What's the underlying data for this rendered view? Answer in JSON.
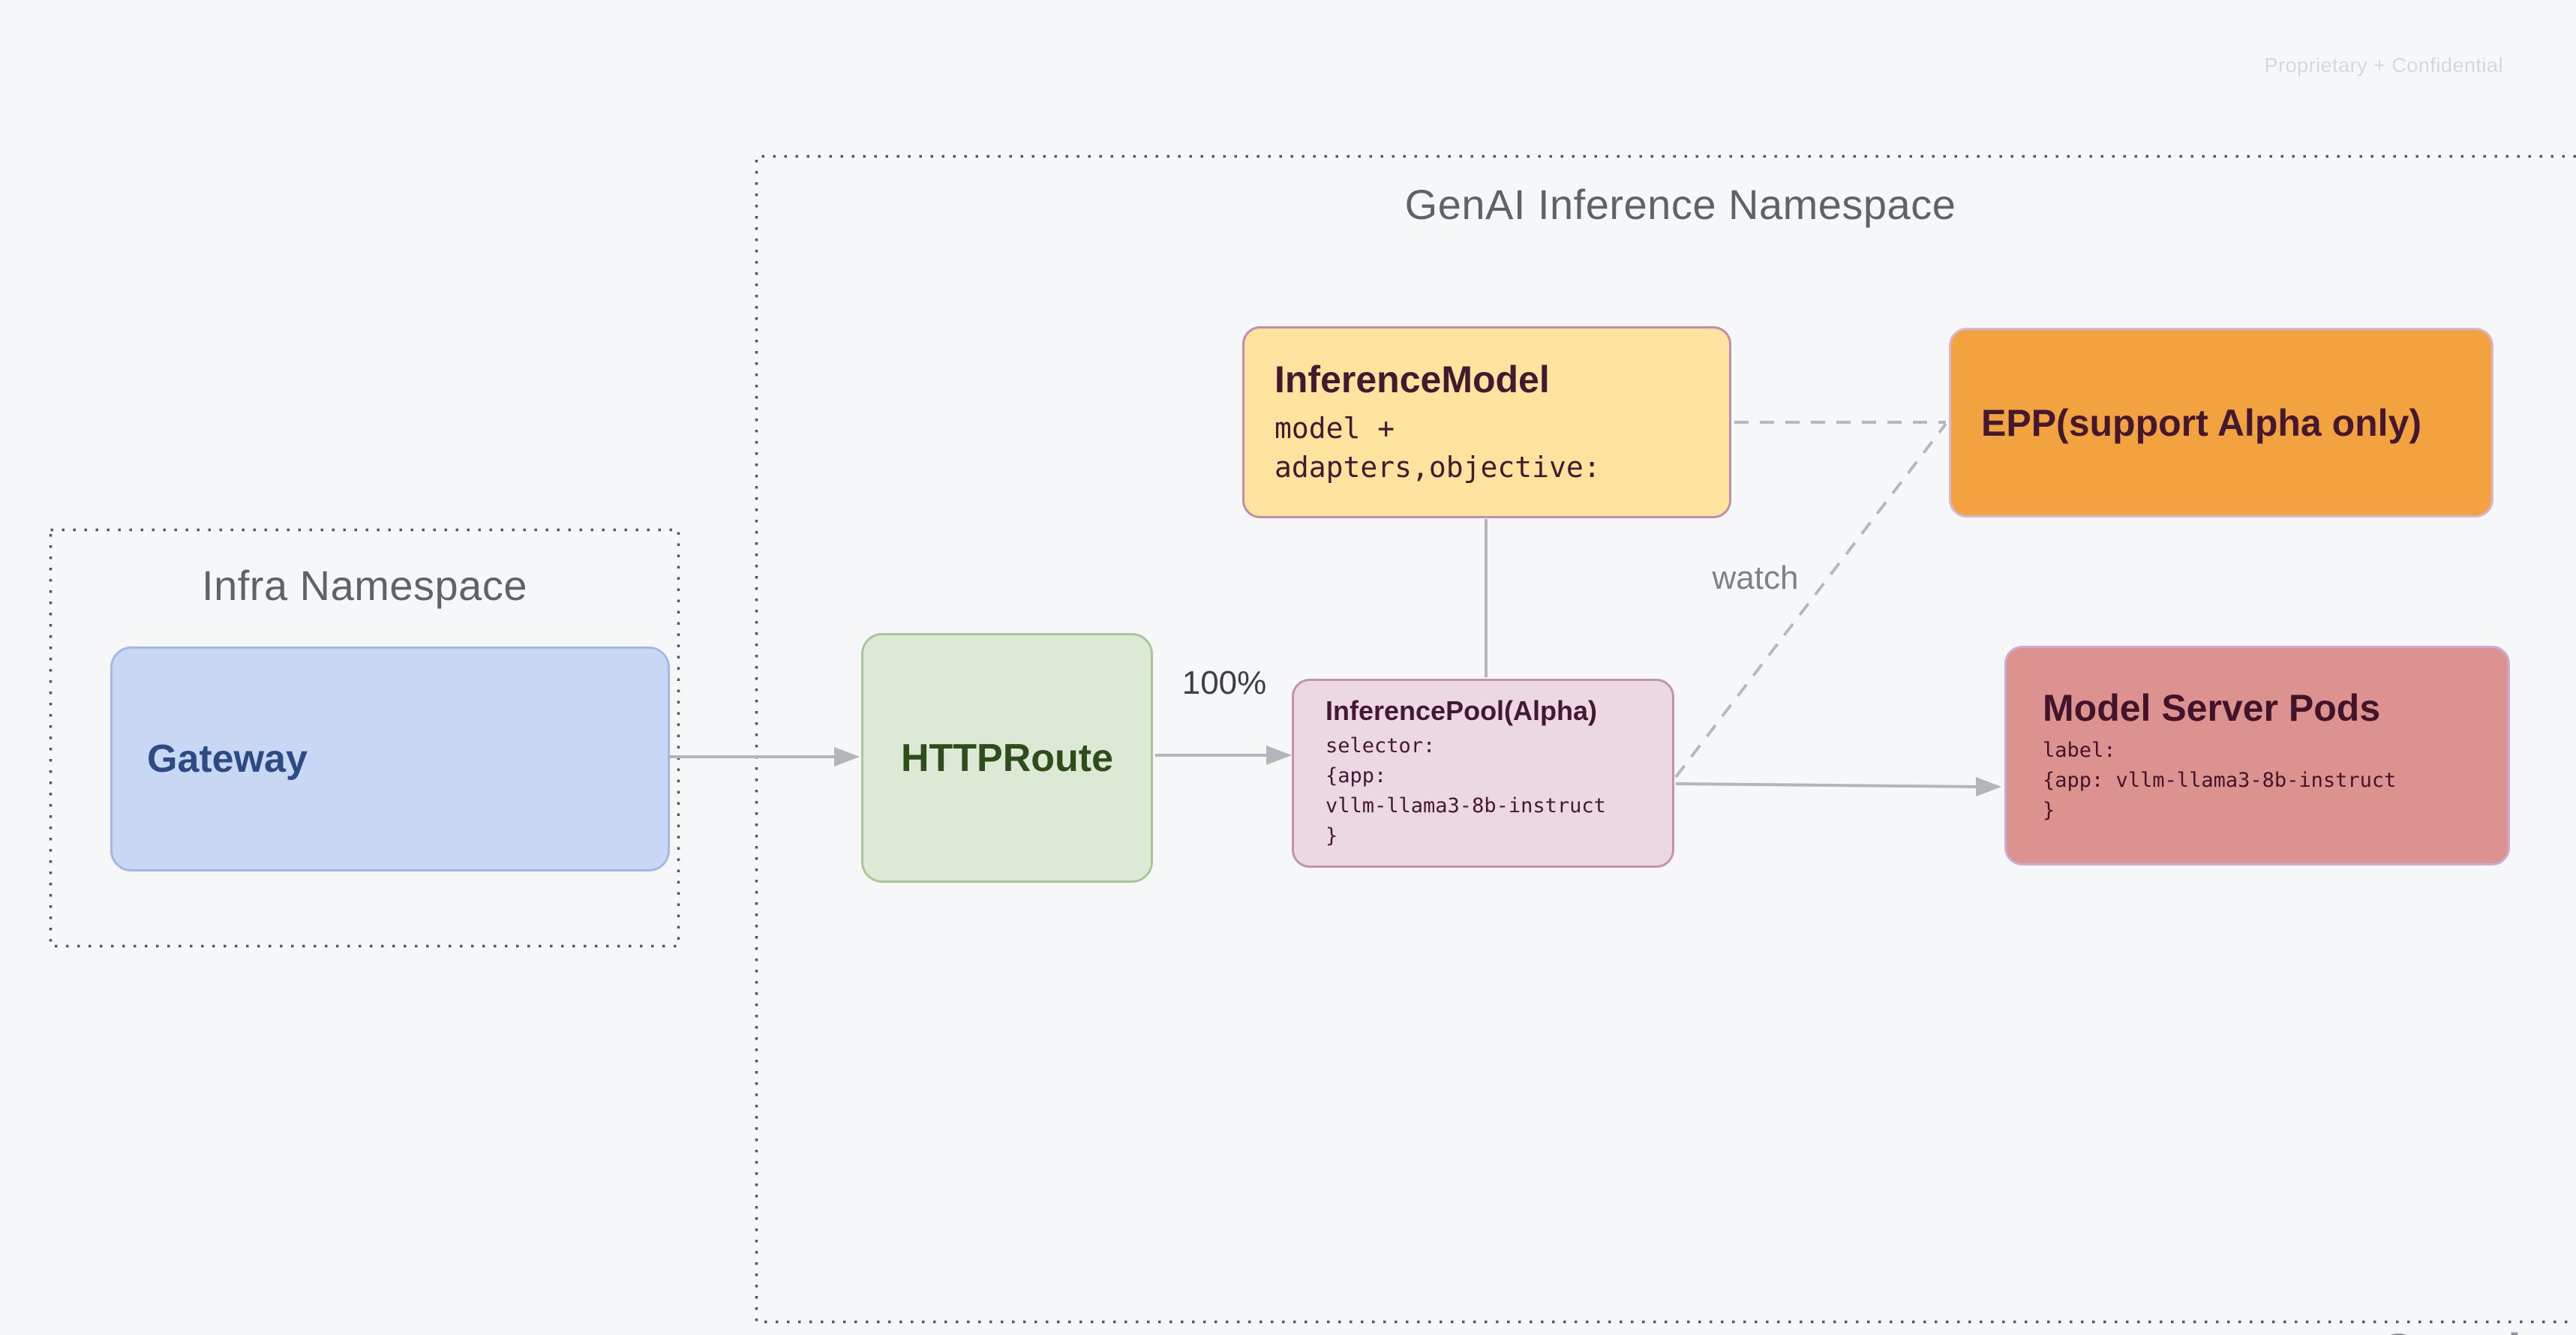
{
  "slide": {
    "confidential_note": "Proprietary + Confidential",
    "watermark": "Google",
    "background": "#f6f7f9"
  },
  "namespaces": {
    "genai": {
      "title": "GenAI Inference Namespace"
    },
    "infra": {
      "title": "Infra Namespace"
    }
  },
  "nodes": {
    "gateway": {
      "title": "Gateway",
      "fill": "#c8d7f4",
      "border": "#a4b8e4",
      "text": "#2d4a84"
    },
    "httproute": {
      "title": "HTTPRoute",
      "fill": "#dde9d4",
      "border": "#a9c796",
      "text": "#2e4d1a"
    },
    "inference_model": {
      "title": "InferenceModel",
      "body_lines": [
        "model +",
        "adapters,objective:"
      ],
      "fill": "#fce49e",
      "border": "#c08dac",
      "text": "#451831"
    },
    "epp": {
      "title": "EPP(support Alpha only)",
      "fill": "#f2a23e",
      "border": "#d6b5d6",
      "text": "#451831"
    },
    "inference_pool": {
      "title": "InferencePool(Alpha)",
      "body_lines": [
        "selector:",
        "{app:",
        "vllm-llama3-8b-instruct",
        "}"
      ],
      "fill": "#ebd8e2",
      "border": "#c492ae",
      "text": "#451831"
    },
    "model_server_pods": {
      "title": "Model Server Pods",
      "body_lines": [
        "label:",
        "{app: vllm-llama3-8b-instruct",
        "}"
      ],
      "fill": "#dc9390",
      "border": "#ccabd2",
      "text": "#431429"
    }
  },
  "edges": {
    "route_weight_label": "100%",
    "watch_label": "watch",
    "arrow_color": "#b2b5b9",
    "dashed_color": "#b5b8bc",
    "namespace_border_color": "#54575b"
  },
  "text_colors": {
    "namespace_title": "#5f6368",
    "weight_label": "#3c4043",
    "watch_label": "#7d8288",
    "confidential": "#d5d8db",
    "watermark": "#8f949c"
  }
}
